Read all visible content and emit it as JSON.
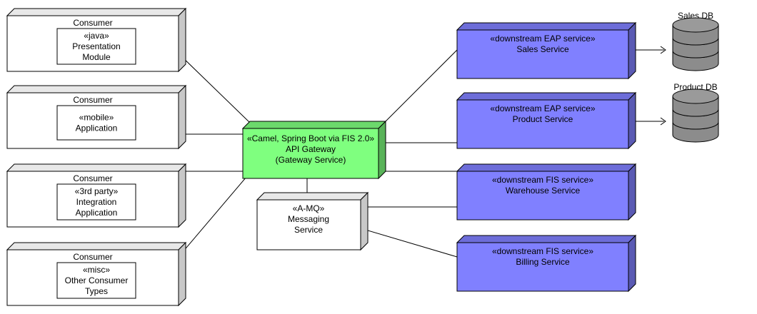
{
  "consumers": [
    {
      "title": "Consumer",
      "inner": [
        "«java»",
        "Presentation",
        "Module"
      ]
    },
    {
      "title": "Consumer",
      "inner": [
        "«mobile»",
        "Application"
      ]
    },
    {
      "title": "Consumer",
      "inner": [
        "«3rd party»",
        "Integration",
        "Application"
      ]
    },
    {
      "title": "Consumer",
      "inner": [
        "«misc»",
        "Other Consumer",
        "Types"
      ]
    }
  ],
  "gateway": {
    "lines": [
      "«Camel, Spring Boot via FIS 2.0»",
      "API Gateway",
      "(Gateway Service)"
    ],
    "color": "#7fff7f"
  },
  "messaging": {
    "lines": [
      "«A-MQ»",
      "Messaging",
      "Service"
    ]
  },
  "services": [
    {
      "lines": [
        "«downstream EAP service»",
        "Sales Service"
      ]
    },
    {
      "lines": [
        "«downstream EAP service»",
        "Product Service"
      ]
    },
    {
      "lines": [
        "«downstream FIS service»",
        "Warehouse Service"
      ]
    },
    {
      "lines": [
        "«downstream FIS service»",
        "Billing Service"
      ]
    }
  ],
  "service_color": "#8080ff",
  "databases": [
    {
      "label": "Sales DB"
    },
    {
      "label": "Product DB"
    }
  ]
}
